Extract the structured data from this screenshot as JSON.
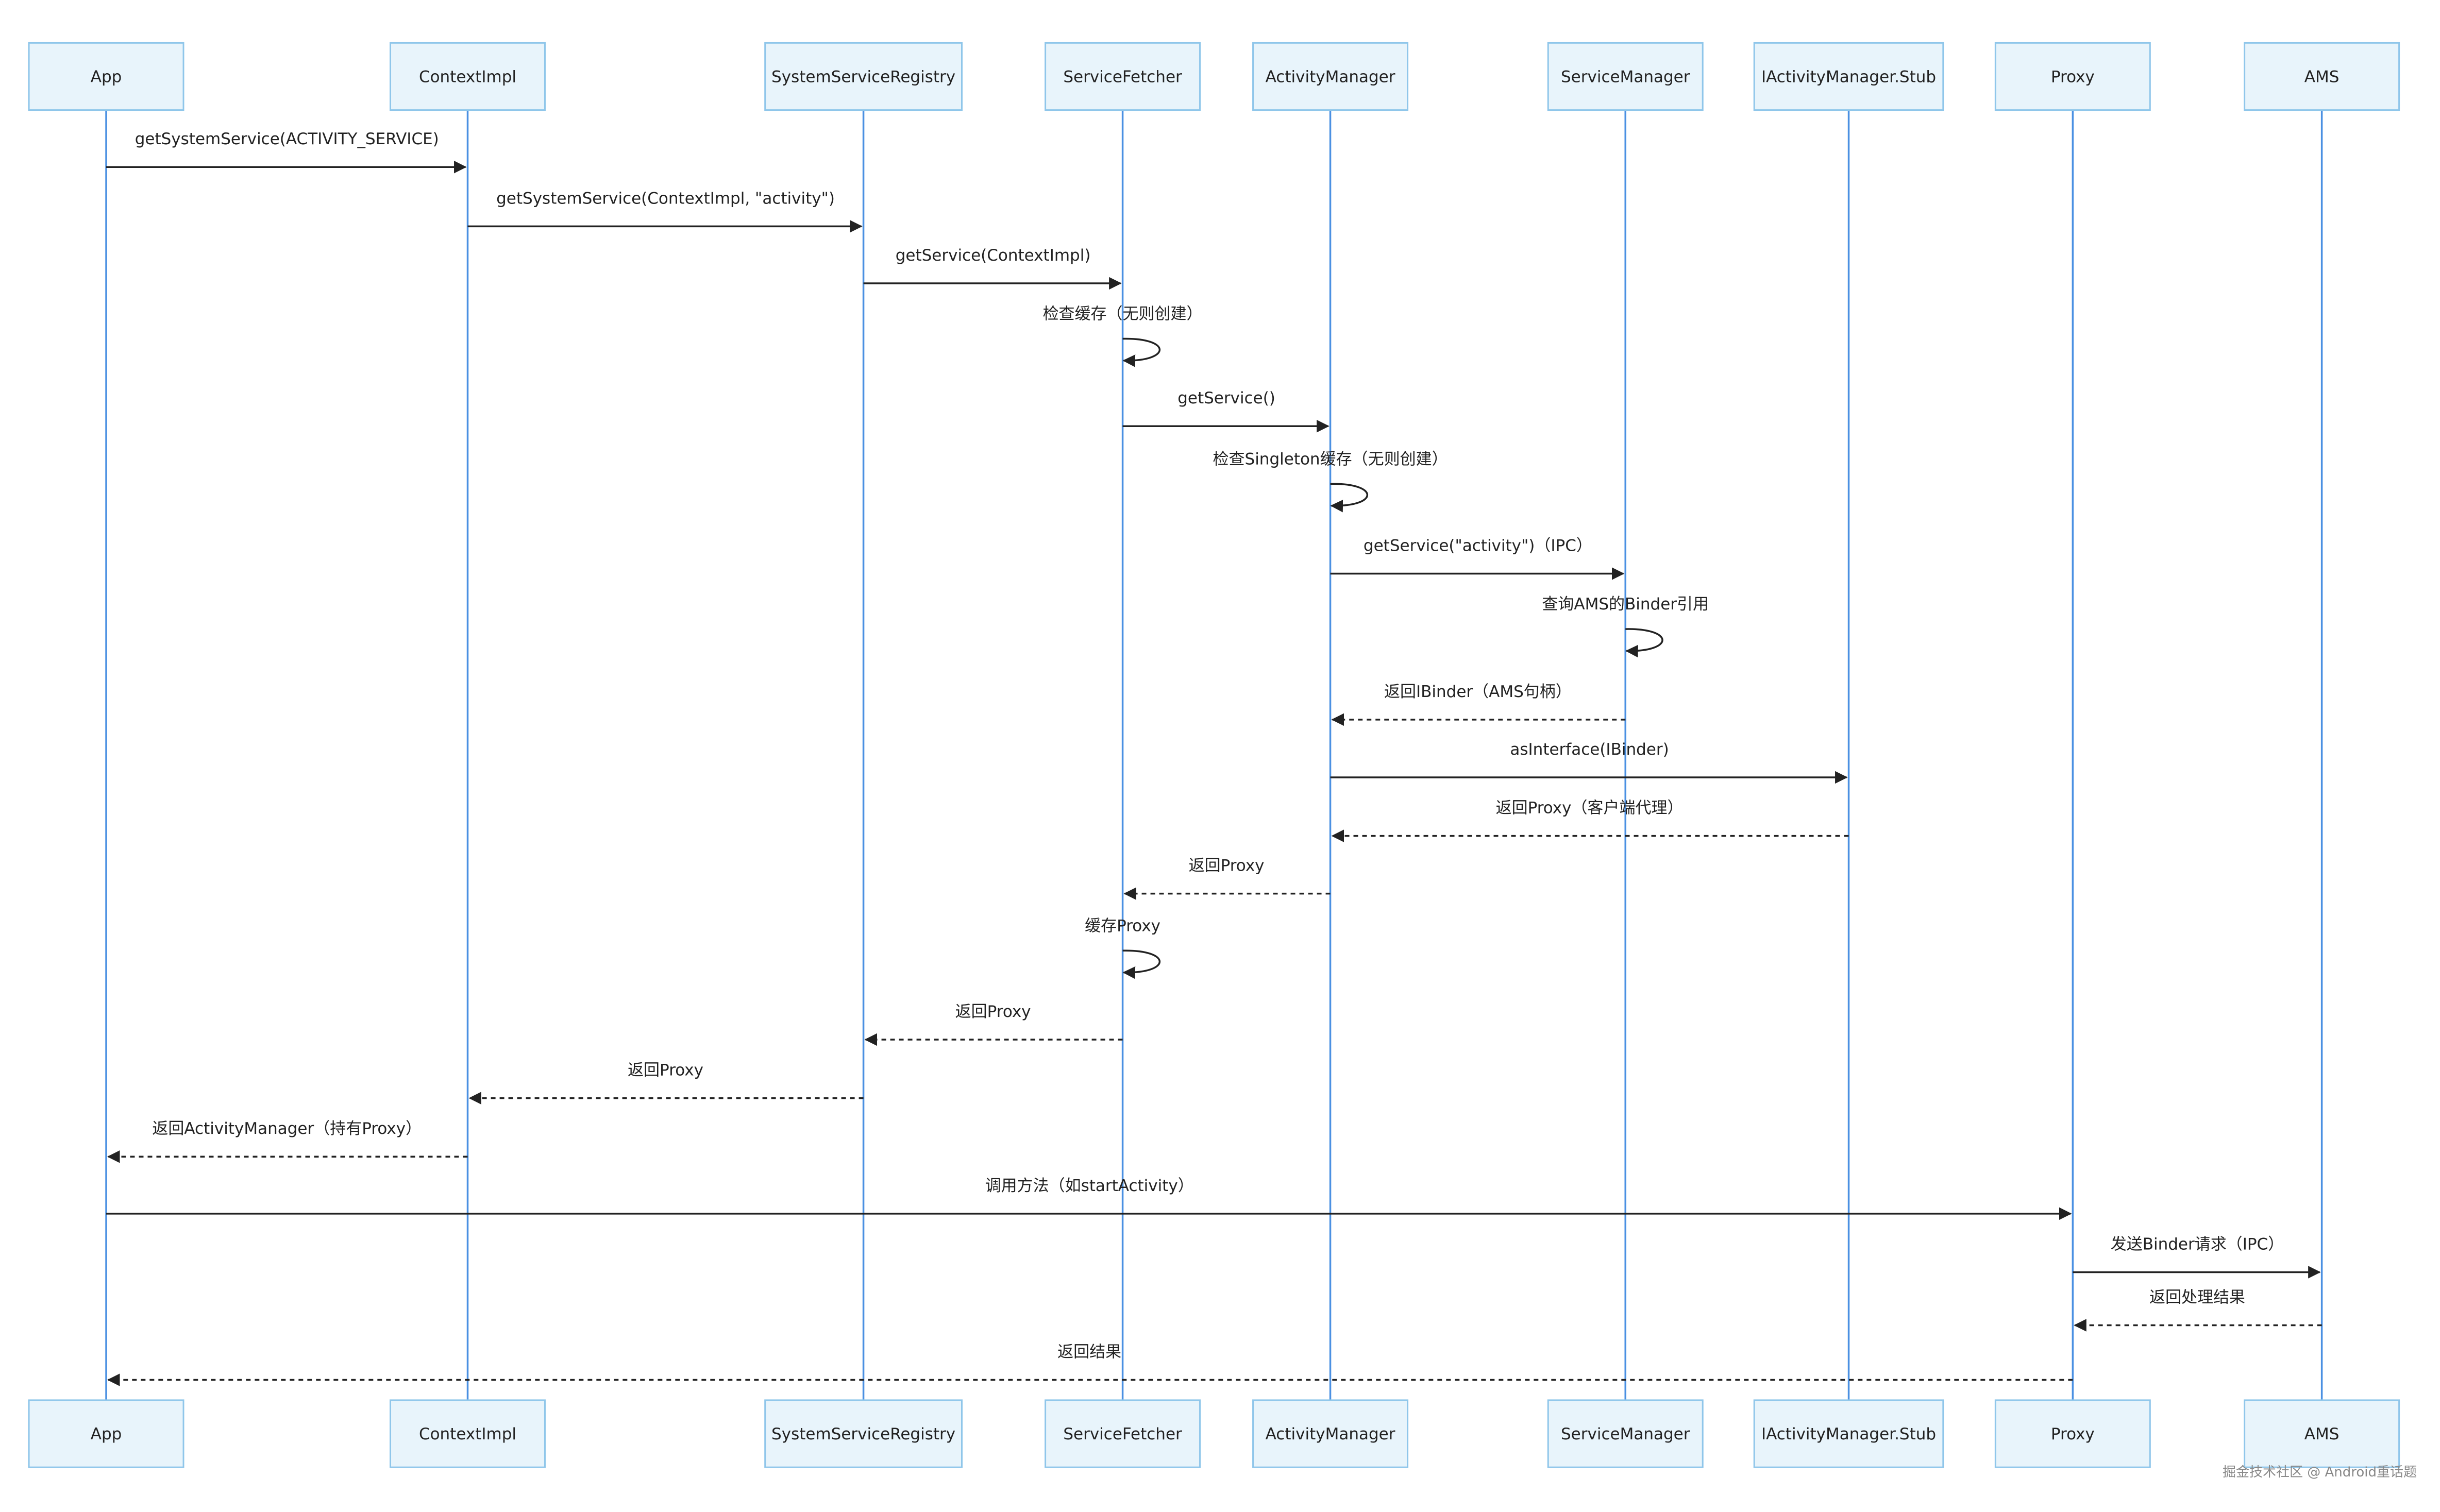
{
  "participants": [
    {
      "id": "app",
      "label": "App"
    },
    {
      "id": "contextimpl",
      "label": "ContextImpl"
    },
    {
      "id": "registry",
      "label": "SystemServiceRegistry"
    },
    {
      "id": "fetcher",
      "label": "ServiceFetcher"
    },
    {
      "id": "activitymanager",
      "label": "ActivityManager"
    },
    {
      "id": "servicemanager",
      "label": "ServiceManager"
    },
    {
      "id": "stub",
      "label": "IActivityManager.Stub"
    },
    {
      "id": "proxy",
      "label": "Proxy"
    },
    {
      "id": "ams",
      "label": "AMS"
    }
  ],
  "messages": [
    {
      "from": 0,
      "to": 1,
      "label": "getSystemService(ACTIVITY_SERVICE)",
      "style": "solid"
    },
    {
      "from": 1,
      "to": 2,
      "label": "getSystemService(ContextImpl, \"activity\")",
      "style": "solid"
    },
    {
      "from": 2,
      "to": 3,
      "label": "getService(ContextImpl)",
      "style": "solid"
    },
    {
      "from": 3,
      "to": 3,
      "label": "检查缓存（无则创建）",
      "style": "self"
    },
    {
      "from": 3,
      "to": 4,
      "label": "getService()",
      "style": "solid"
    },
    {
      "from": 4,
      "to": 4,
      "label": "检查Singleton缓存（无则创建）",
      "style": "self"
    },
    {
      "from": 4,
      "to": 5,
      "label": "getService(\"activity\")（IPC）",
      "style": "solid"
    },
    {
      "from": 5,
      "to": 5,
      "label": "查询AMS的Binder引用",
      "style": "self"
    },
    {
      "from": 5,
      "to": 4,
      "label": "返回IBinder（AMS句柄）",
      "style": "dashed"
    },
    {
      "from": 4,
      "to": 6,
      "label": "asInterface(IBinder)",
      "style": "solid"
    },
    {
      "from": 6,
      "to": 4,
      "label": "返回Proxy（客户端代理）",
      "style": "dashed"
    },
    {
      "from": 4,
      "to": 3,
      "label": "返回Proxy",
      "style": "dashed"
    },
    {
      "from": 3,
      "to": 3,
      "label": "缓存Proxy",
      "style": "self"
    },
    {
      "from": 3,
      "to": 2,
      "label": "返回Proxy",
      "style": "dashed"
    },
    {
      "from": 2,
      "to": 1,
      "label": "返回Proxy",
      "style": "dashed"
    },
    {
      "from": 1,
      "to": 0,
      "label": "返回ActivityManager（持有Proxy）",
      "style": "dashed"
    },
    {
      "from": 0,
      "to": 7,
      "label": "调用方法（如startActivity）",
      "style": "solid"
    },
    {
      "from": 7,
      "to": 8,
      "label": "发送Binder请求（IPC）",
      "style": "solid"
    },
    {
      "from": 8,
      "to": 7,
      "label": "返回处理结果",
      "style": "dashed"
    },
    {
      "from": 7,
      "to": 0,
      "label": "返回结果",
      "style": "dashed"
    }
  ],
  "watermark": "掘金技术社区 @ Android重话题"
}
